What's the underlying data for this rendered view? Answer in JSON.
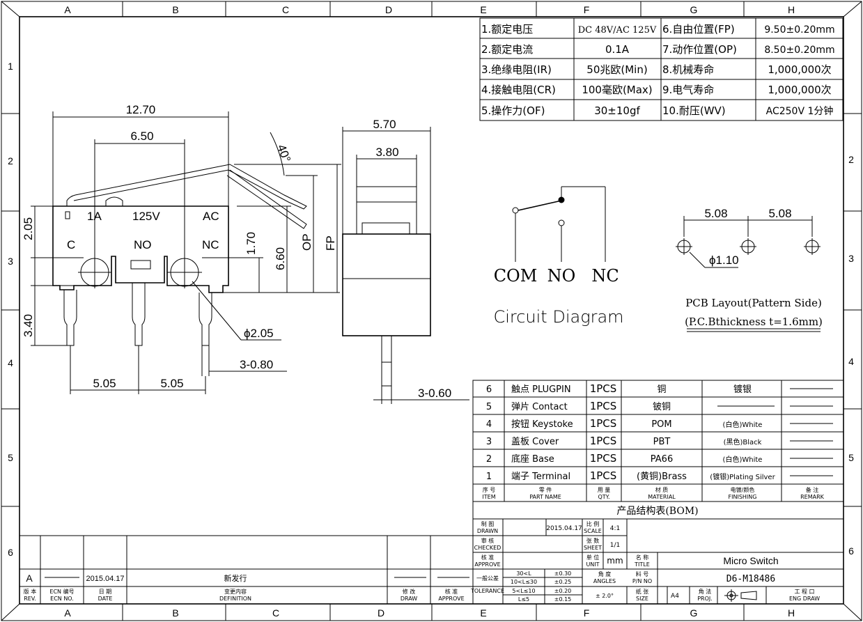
{
  "grid": {
    "columns": [
      "A",
      "B",
      "C",
      "D",
      "E",
      "F",
      "G",
      "H"
    ],
    "rows": [
      "1",
      "2",
      "3",
      "4",
      "5",
      "6"
    ]
  },
  "specs": [
    {
      "label": "1.额定电压",
      "value": "DC 48V/AC 125V"
    },
    {
      "label": "2.额定电流",
      "value": "0.1A"
    },
    {
      "label": "3.绝缘电阻(IR)",
      "value": "50兆欧(Min)"
    },
    {
      "label": "4.接触电阻(CR)",
      "value": "100毫欧(Max)"
    },
    {
      "label": "5.操作力(OF)",
      "value": "30±10gf"
    },
    {
      "label": "6.自由位置(FP)",
      "value": "9.50±0.20mm"
    },
    {
      "label": "7.动作位置(OP)",
      "value": "8.50±0.20mm"
    },
    {
      "label": "8.机械寿命",
      "value": "1,000,000次"
    },
    {
      "label": "9.电气寿命",
      "value": "1,000,000次"
    },
    {
      "label": "10.耐压(WV)",
      "value": "AC250V 1分钟"
    }
  ],
  "front_view": {
    "dim_width": "12.70",
    "dim_pin_span": "6.50",
    "angle": "40°",
    "body_label_1a": "1A",
    "body_label_125v": "125V",
    "body_label_ac": "AC",
    "label_c": "C",
    "label_no": "NO",
    "label_nc": "NC",
    "dim_205": "2.05",
    "dim_170": "1.70",
    "dim_660": "6.60",
    "dim_op": "OP",
    "dim_fp": "FP",
    "dim_340": "3.40",
    "dim_hole": "ϕ2.05",
    "dim_pin_w": "3-0.80",
    "dim_pitch_1": "5.05",
    "dim_pitch_2": "5.05"
  },
  "side_view": {
    "dim_width": "5.70",
    "dim_button": "3.80",
    "dim_pin_t": "3-0.60"
  },
  "circuit": {
    "com": "COM",
    "no": "NO",
    "nc": "NC",
    "title": "Circuit Diagram"
  },
  "pcb": {
    "pitch_1": "5.08",
    "pitch_2": "5.08",
    "hole": "ϕ1.10",
    "title_1": "PCB Layout(Pattern Side)",
    "title_2": "(P.C.Bthickness   t=1.6mm)"
  },
  "bom": {
    "rows": [
      {
        "no": "6",
        "part": "触点 PLUGPIN",
        "qty": "1PCS",
        "material": "铜",
        "finish": "镀银"
      },
      {
        "no": "5",
        "part": "弹片 Contact",
        "qty": "1PCS",
        "material": "铍铜",
        "finish": ""
      },
      {
        "no": "4",
        "part": "按钮 Keystoke",
        "qty": "1PCS",
        "material": "POM",
        "finish": "(白色)White"
      },
      {
        "no": "3",
        "part": "盖板   Cover",
        "qty": "1PCS",
        "material": "PBT",
        "finish": "(黑色)Black"
      },
      {
        "no": "2",
        "part": "底座   Base",
        "qty": "1PCS",
        "material": "PA66",
        "finish": "(白色)White"
      },
      {
        "no": "1",
        "part": "端子  Terminal",
        "qty": "1PCS",
        "material": "(黄铜)Brass",
        "finish": "(镀银)Plating Silver"
      }
    ],
    "headers": {
      "item_cn": "序 号",
      "item_en": "ITEM",
      "part_cn": "零 件",
      "part_en": "PART NAME",
      "qty_cn": "用 量",
      "qty_en": "QTY.",
      "mat_cn": "材 质",
      "mat_en": "MATERIAL",
      "fin_cn": "电镀/颜色",
      "fin_en": "FINISHING",
      "rem_cn": "备 注",
      "rem_en": "REMARK"
    },
    "title": "产品结构表(BOM)"
  },
  "title_block": {
    "drawn_cn": "制 图",
    "drawn_en": "DRAWN",
    "drawn_date": "2015.04.17",
    "scale_cn": "比 例",
    "scale_en": "SCALE",
    "scale": "4:1",
    "checked_cn": "审 核",
    "checked_en": "CHECKED",
    "sheet_cn": "张 数",
    "sheet_en": "SHEET",
    "sheet": "1/1",
    "approve_cn": "核 准",
    "approve_en": "APPROVE",
    "unit_cn": "单 位",
    "unit_en": "UNIT",
    "unit": "mm",
    "title_cn": "名 称",
    "title_en": "TITLE",
    "title": "Micro Switch",
    "tol_cn": "一般公差",
    "tol_en": "TOLERANCE",
    "tol_r1": "30<L",
    "tol_v1": "±0.30",
    "tol_r2": "10<L≤30",
    "tol_v2": "±0.25",
    "tol_r3": "5<L≤10",
    "tol_v3": "±0.20",
    "tol_r4": "L≤5",
    "tol_v4": "±0.15",
    "angles_cn": "角 度",
    "angles_en": "ANGLES",
    "angles": "± 2.0°",
    "pn_cn": "料 号",
    "pn_en": "P/N NO",
    "pn": "D6-M18486",
    "size_cn": "纸 张",
    "size_en": "SIZE",
    "size": "A4",
    "proj_cn": "角 法",
    "proj_en": "PROJ.",
    "eng_cn": "工 程 口",
    "eng_en": "ENG DRAW"
  },
  "revision": {
    "rev": "A",
    "date": "2015.04.17",
    "desc": "新发行",
    "h_rev_cn": "版 本",
    "h_rev_en": "REV.",
    "h_ecn_cn": "ECN 编号",
    "h_ecn_en": "ECN NO.",
    "h_date_cn": "日 期",
    "h_date_en": "DATE",
    "h_def_cn": "变更内容",
    "h_def_en": "DEFINITION",
    "h_draw_cn": "修 改",
    "h_draw_en": "DRAW",
    "h_appr_cn": "核 准",
    "h_appr_en": "APPROVE"
  }
}
